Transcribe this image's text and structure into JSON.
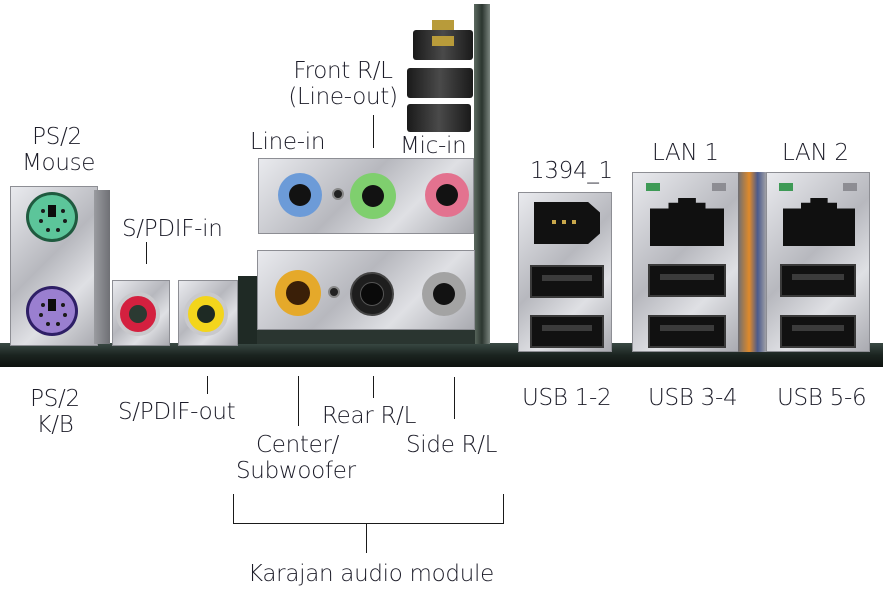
{
  "title": "Rear I/O panel connectors",
  "labels": {
    "ps2_mouse": [
      "PS/2",
      "Mouse"
    ],
    "ps2_kb": [
      "PS/2",
      "K/B"
    ],
    "spdif_in": "S/PDIF-in",
    "spdif_out": "S/PDIF-out",
    "line_in": "Line-in",
    "front_rl": [
      "Front R/L",
      "(Line-out)"
    ],
    "mic_in": "Mic-in",
    "center_sub": [
      "Center/",
      "Subwoofer"
    ],
    "rear_rl": "Rear R/L",
    "side_rl": "Side R/L",
    "audio_module": "Karajan audio module",
    "ieee1394": "1394_1",
    "lan1": "LAN 1",
    "lan2": "LAN 2",
    "usb12": "USB 1-2",
    "usb34": "USB 3-4",
    "usb56": "USB 5-6"
  },
  "colors": {
    "ps2_mouse": "#5cc59a",
    "ps2_kb": "#9a7fd0",
    "spdif_in": "#d4203f",
    "spdif_out": "#f3d51c",
    "line_in": "#6c9bd8",
    "front_out": "#7fcf6e",
    "mic_in": "#e3728f",
    "center_sub": "#e5a92a",
    "rear": "#1e1e1e",
    "side": "#a3a3a3",
    "led_green": "#3e9a56",
    "led_grey": "#8d8d93"
  }
}
